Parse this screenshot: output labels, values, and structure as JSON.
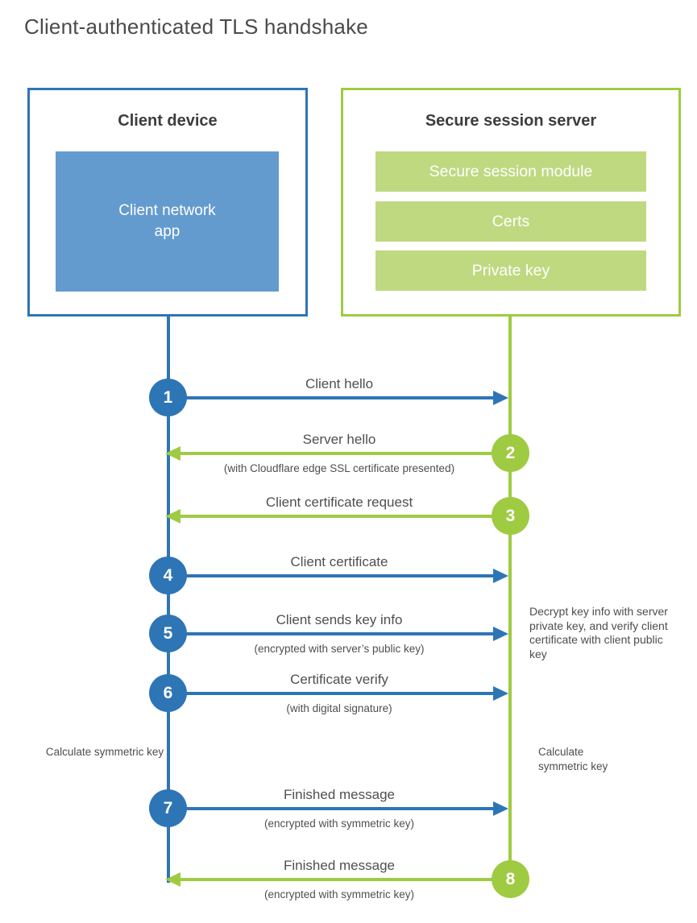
{
  "title": "Client-authenticated TLS handshake",
  "client_box": {
    "title": "Client device",
    "app_label": "Client network app"
  },
  "server_box": {
    "title": "Secure session server",
    "modules": [
      "Secure session module",
      "Certs",
      "Private key"
    ]
  },
  "steps": [
    {
      "number": "1",
      "from": "client",
      "to": "server",
      "direction": "right",
      "label": "Client hello",
      "sublabel": ""
    },
    {
      "number": "2",
      "from": "server",
      "to": "client",
      "direction": "left",
      "label": "Server hello",
      "sublabel": "(with Cloudflare edge SSL certificate presented)"
    },
    {
      "number": "3",
      "from": "server",
      "to": "client",
      "direction": "left",
      "label": "Client certificate request",
      "sublabel": ""
    },
    {
      "number": "4",
      "from": "client",
      "to": "server",
      "direction": "right",
      "label": "Client certificate",
      "sublabel": ""
    },
    {
      "number": "5",
      "from": "client",
      "to": "server",
      "direction": "right",
      "label": "Client sends key info",
      "sublabel": "(encrypted with server’s public key)"
    },
    {
      "number": "6",
      "from": "client",
      "to": "server",
      "direction": "right",
      "label": "Certificate verify",
      "sublabel": "(with digital signature)"
    },
    {
      "number": "7",
      "from": "client",
      "to": "server",
      "direction": "right",
      "label": "Finished message",
      "sublabel": "(encrypted with symmetric key)"
    },
    {
      "number": "8",
      "from": "server",
      "to": "client",
      "direction": "left",
      "label": "Finished message",
      "sublabel": "(encrypted with symmetric key)"
    }
  ],
  "annotations": {
    "server_note": "Decrypt key info with server private key, and verify client certificate with client public key",
    "client_calc": "Calculate symmetric key",
    "server_calc": "Calculate symmetric key"
  },
  "colors": {
    "blue": "#2E75B6",
    "blue_fill": "#649BCE",
    "green": "#9FCB43",
    "green_fill": "#BFD981",
    "text": "#4B4B4B"
  }
}
